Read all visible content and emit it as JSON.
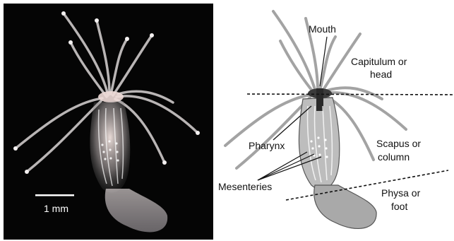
{
  "figure": {
    "scale_bar_label": "1 mm",
    "labels": {
      "mouth": "Mouth",
      "capitulum_line1": "Capitulum or",
      "capitulum_line2": "head",
      "pharynx": "Pharynx",
      "scapus_line1": "Scapus or",
      "scapus_line2": "column",
      "mesenteries": "Mesenteries",
      "physa_line1": "Physa or",
      "physa_line2": "foot"
    }
  },
  "colors": {
    "photo_background": "#050505",
    "drawing_background": "#ffffff",
    "text": "#111111",
    "scale_bar": "#ffffff"
  },
  "icons": [
    "sea-anemone-photo",
    "sea-anemone-drawing"
  ]
}
